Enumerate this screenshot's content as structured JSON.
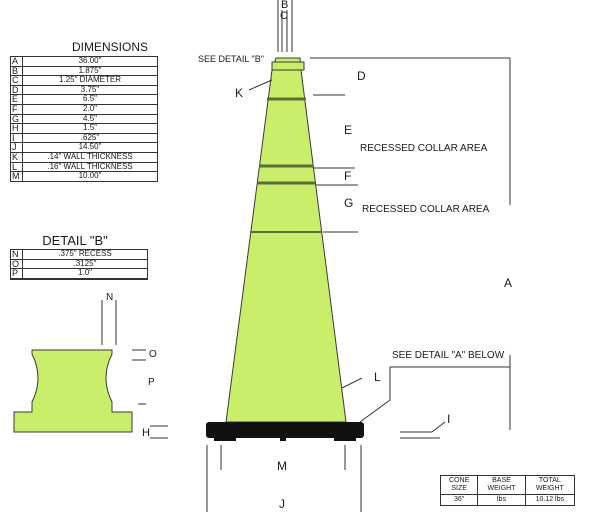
{
  "colors": {
    "cone": "#c9ef6a",
    "base": "#111111",
    "stroke": "#3a3a3a",
    "collar": "#5c6b3a"
  },
  "dimensions": {
    "title": "DIMENSIONS",
    "rows": [
      {
        "key": "A",
        "value": "36.00\""
      },
      {
        "key": "B",
        "value": "1.875\""
      },
      {
        "key": "C",
        "value": "1.25\" DIAMETER"
      },
      {
        "key": "D",
        "value": "3.75\""
      },
      {
        "key": "E",
        "value": "6.5\""
      },
      {
        "key": "F",
        "value": "2.0\""
      },
      {
        "key": "G",
        "value": "4.5\""
      },
      {
        "key": "H",
        "value": "1.5\""
      },
      {
        "key": "I",
        "value": ".625\""
      },
      {
        "key": "J",
        "value": "14.50\""
      },
      {
        "key": "K",
        "value": ".14\" WALL THICKNESS"
      },
      {
        "key": "L",
        "value": ".16\" WALL THICKNESS"
      },
      {
        "key": "M",
        "value": "10.00\""
      }
    ]
  },
  "detail_b": {
    "title": "DETAIL \"B\"",
    "rows": [
      {
        "key": "N",
        "value": ".375\" RECESS"
      },
      {
        "key": "O",
        "value": ".3125\""
      },
      {
        "key": "P",
        "value": "1.0\""
      },
      {
        "key": "",
        "value": ""
      }
    ]
  },
  "labels": {
    "A": "A",
    "B": "B",
    "C": "C",
    "D": "D",
    "E": "E",
    "F": "F",
    "G": "G",
    "H": "H",
    "I": "I",
    "J": "J",
    "K": "K",
    "L": "L",
    "M": "M",
    "N": "N",
    "O": "O",
    "P": "P",
    "see_detail_b": "SEE DETAIL \"B\"",
    "see_detail_a": "SEE DETAIL \"A\" BELOW",
    "collar_area_1": "RECESSED COLLAR AREA",
    "collar_area_2": "RECESSED COLLAR AREA"
  },
  "weights": {
    "headers": [
      "CONE SIZE",
      "BASE WEIGHT",
      "TOTAL WEIGHT"
    ],
    "row": [
      "36\"",
      "lbs",
      "10.12 lbs"
    ]
  }
}
